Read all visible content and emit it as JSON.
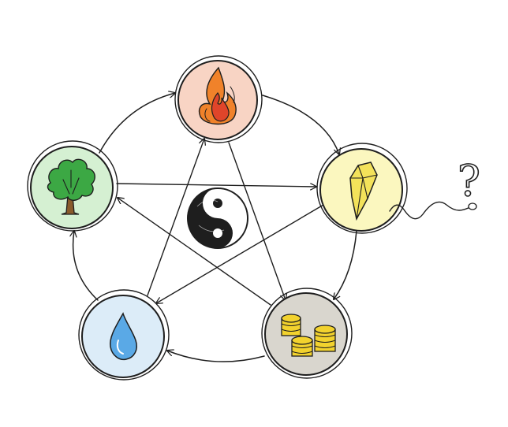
{
  "diagram": {
    "type": "wu-xing-five-elements-cycle",
    "nodes": [
      {
        "id": "fire",
        "icon": "flame-icon",
        "fill": "#f8d4c4"
      },
      {
        "id": "earth",
        "icon": "crystal-icon",
        "fill": "#fbf7bf"
      },
      {
        "id": "metal",
        "icon": "gold-coins-icon",
        "fill": "#d9d6ce"
      },
      {
        "id": "water",
        "icon": "water-drop-icon",
        "fill": "#dcecf8"
      },
      {
        "id": "wood",
        "icon": "tree-icon",
        "fill": "#d5f0d2"
      }
    ],
    "center_icon": "yin-yang-icon",
    "outer_cycle": [
      [
        "fire",
        "earth"
      ],
      [
        "earth",
        "metal"
      ],
      [
        "metal",
        "water"
      ],
      [
        "water",
        "wood"
      ],
      [
        "wood",
        "fire"
      ]
    ],
    "inner_star": [
      [
        "wood",
        "earth"
      ],
      [
        "earth",
        "water"
      ],
      [
        "water",
        "fire"
      ],
      [
        "fire",
        "metal"
      ],
      [
        "metal",
        "wood"
      ]
    ],
    "annotation": {
      "text": "?",
      "icon": "question-mark-icon",
      "attached_to": "earth"
    },
    "colors": {
      "ink": "#1e1e1e",
      "flame_orange": "#f0822a",
      "flame_red": "#e0452a",
      "leaf_green": "#3ca844",
      "trunk_brown": "#8a5a2b",
      "water_blue": "#5aa9e6",
      "crystal_yellow": "#f3e25a",
      "coin_gold": "#f2d22e"
    }
  }
}
